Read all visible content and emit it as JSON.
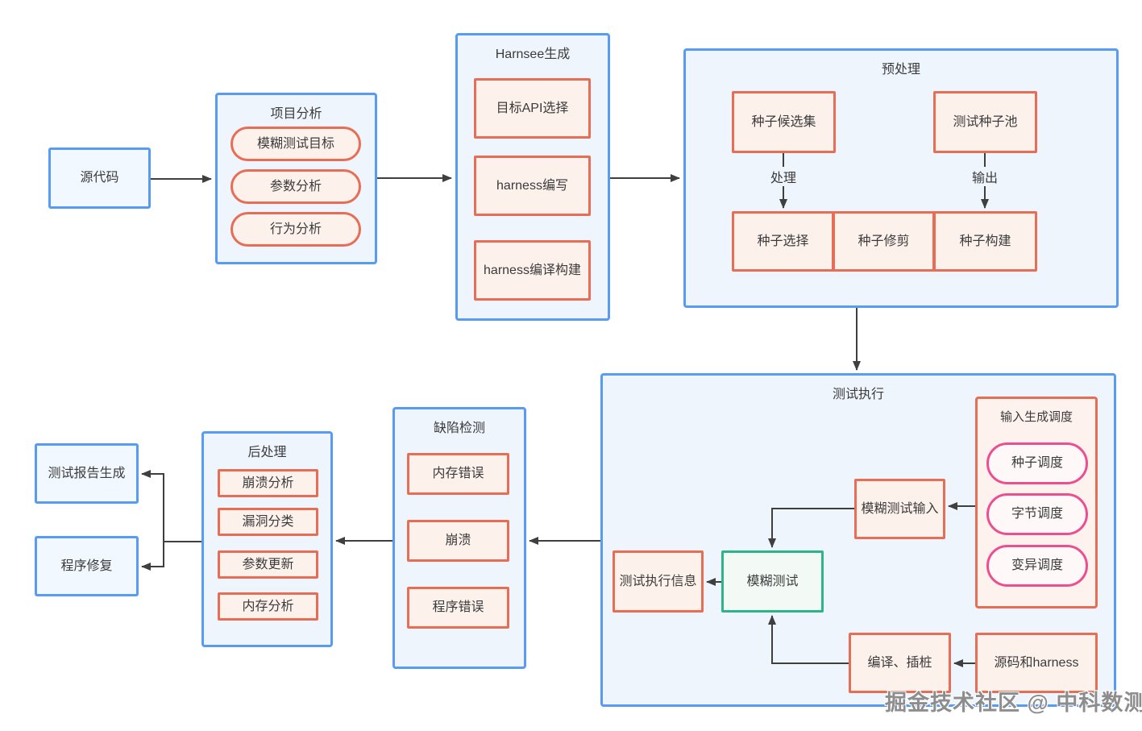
{
  "diagram": {
    "source_code": "源代码",
    "project_analysis": {
      "title": "项目分析",
      "items": [
        "模糊测试目标",
        "参数分析",
        "行为分析"
      ]
    },
    "harness_generation": {
      "title": "Harnsee生成",
      "items": [
        "目标API选择",
        "harness编写",
        "harness编译构建"
      ]
    },
    "preprocessing": {
      "title": "预处理",
      "seed_candidate_set": "种子候选集",
      "test_seed_pool": "测试种子池",
      "process_label": "处理",
      "output_label": "输出",
      "seed_selection": "种子选择",
      "seed_trimming": "种子修剪",
      "seed_construction": "种子构建"
    },
    "test_execution": {
      "title": "测试执行",
      "input_generation_scheduling": {
        "title": "输入生成调度",
        "items": [
          "种子调度",
          "字节调度",
          "变异调度"
        ]
      },
      "fuzz_input": "模糊测试输入",
      "fuzzing": "模糊测试",
      "execution_info": "测试执行信息",
      "compile_instrument": "编译、插桩",
      "source_and_harness": "源码和harness"
    },
    "defect_detection": {
      "title": "缺陷检测",
      "items": [
        "内存错误",
        "崩溃",
        "程序错误"
      ]
    },
    "post_processing": {
      "title": "后处理",
      "items": [
        "崩溃分析",
        "漏洞分类",
        "参数更新",
        "内存分析"
      ]
    },
    "report_generation": "测试报告生成",
    "program_repair": "程序修复",
    "watermark": "掘金技术社区 @ 中科数测"
  },
  "colors": {
    "container_border": "#579bf2",
    "container_fill": "#eff5fd",
    "red_border": "#e76e55",
    "red_fill": "#fdf1ec",
    "pink_border": "#ec4e8f",
    "green_border": "#2db487",
    "arrow": "#3f3f3f"
  }
}
